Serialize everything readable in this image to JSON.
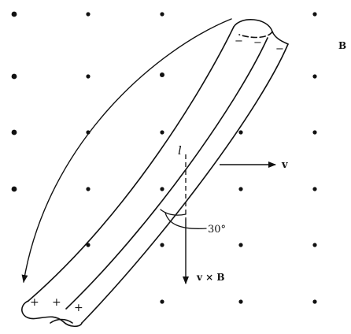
{
  "labels": {
    "field": "B",
    "velocity": "v",
    "length": "l",
    "angle": "30°",
    "force": "v × B",
    "charges": [
      "+",
      "+",
      "+"
    ],
    "minus_signs": [
      "−",
      "−",
      "−"
    ]
  },
  "colors": {
    "ink": "#111111",
    "background": "#ffffff"
  }
}
